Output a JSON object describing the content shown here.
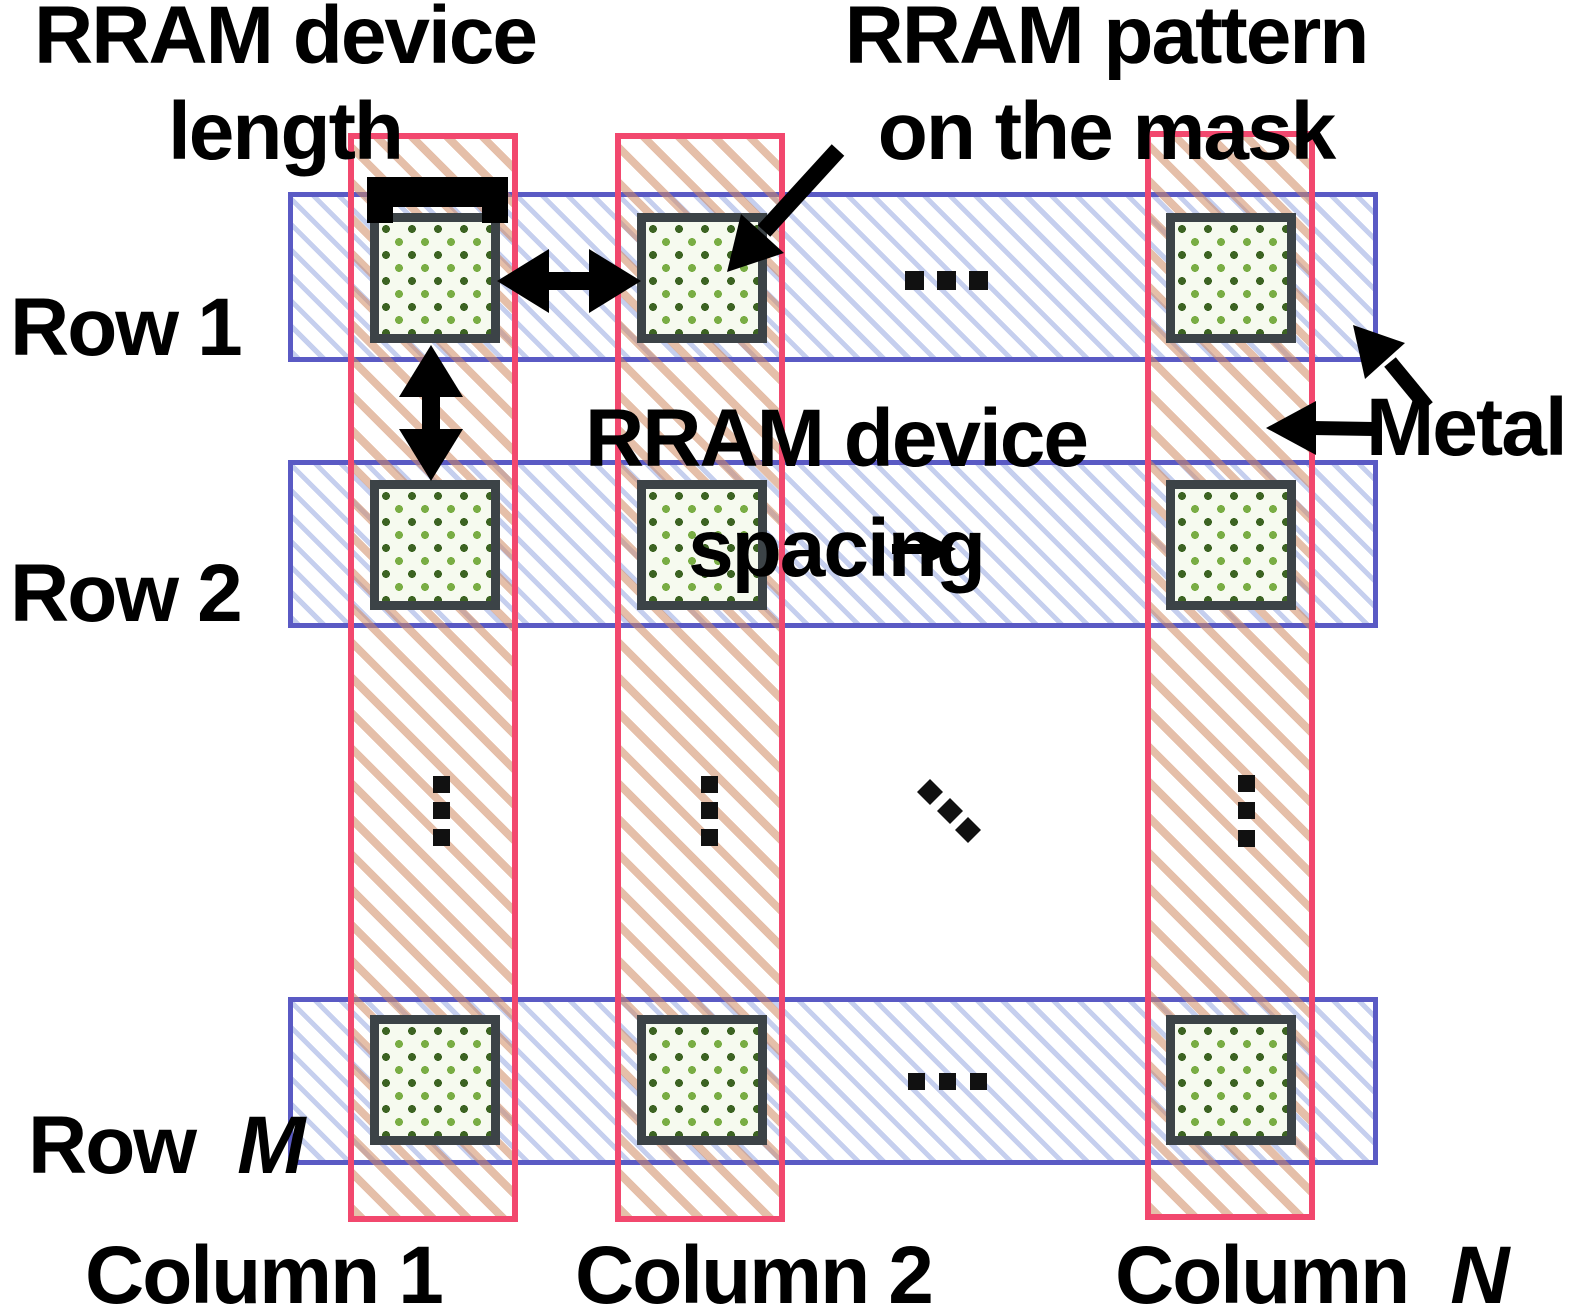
{
  "labels": {
    "device_length_line1": "RRAM device",
    "device_length_line2": "length",
    "pattern_line1": "RRAM pattern",
    "pattern_line2": "on the mask",
    "spacing_line1": "RRAM device",
    "spacing_line2": "spacing",
    "metal": "Metal"
  },
  "rows": [
    {
      "prefix": "Row",
      "num": "1"
    },
    {
      "prefix": "Row",
      "num": "2"
    },
    {
      "prefix": "Row",
      "num": "M"
    }
  ],
  "columns": [
    {
      "prefix": "Column",
      "num": "1"
    },
    {
      "prefix": "Column",
      "num": "2"
    },
    {
      "prefix": "Column",
      "num": "N"
    }
  ],
  "ellipses": {
    "row1_continuation": "...",
    "rowM_continuation": "...",
    "column1_continuation": "⋮",
    "column2_continuation": "⋮",
    "columnN_continuation": "⋮",
    "diagonal_continuation": "⋱"
  },
  "colors": {
    "row_metal_border": "#5a5ac4",
    "row_metal_hatch": "#96a8e1",
    "column_border": "#f2486e",
    "column_hatch": "#d08a62",
    "device_border": "#3c4347",
    "device_dot_dark": "#3c6322",
    "device_dot_light": "#79ad44",
    "annotation": "#000000",
    "background": "#ffffff"
  }
}
